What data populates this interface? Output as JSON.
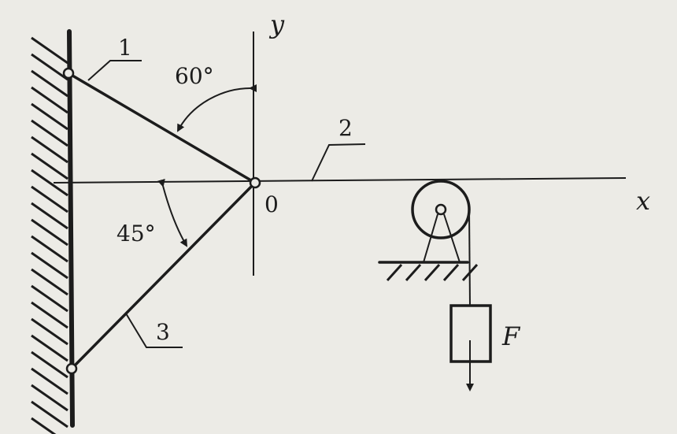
{
  "diagram": {
    "axes": {
      "x_label": "x",
      "y_label": "y",
      "origin_label": "0"
    },
    "members": [
      {
        "label": "1"
      },
      {
        "label": "2"
      },
      {
        "label": "3"
      }
    ],
    "angles": [
      {
        "label": "60°"
      },
      {
        "label": "45°"
      }
    ],
    "load": {
      "label": "F"
    },
    "colors": {
      "ink": "#1c1c1c",
      "paper": "#ecebe6"
    }
  }
}
